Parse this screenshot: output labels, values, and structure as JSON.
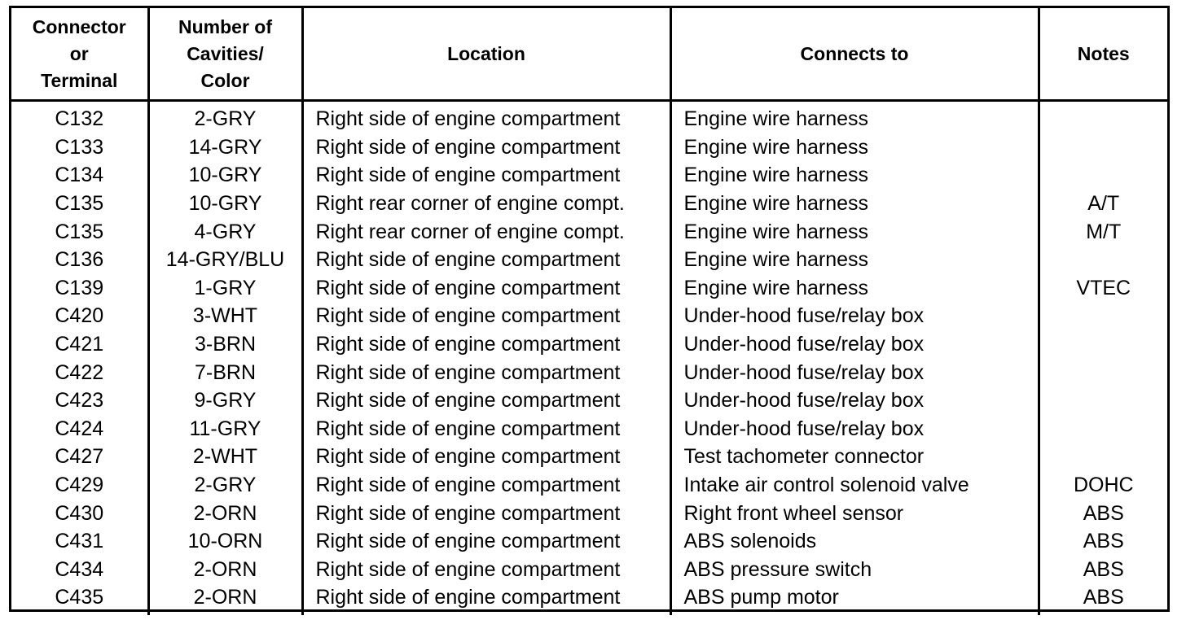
{
  "table": {
    "headers": [
      "Connector\nor\nTerminal",
      "Number of\nCavities/\nColor",
      "Location",
      "Connects to",
      "Notes"
    ],
    "rows": [
      [
        "C132",
        "2-GRY",
        "Right side of engine compartment",
        "Engine wire harness",
        ""
      ],
      [
        "C133",
        "14-GRY",
        "Right side of engine compartment",
        "Engine wire harness",
        ""
      ],
      [
        "C134",
        "10-GRY",
        "Right side of engine compartment",
        "Engine wire harness",
        ""
      ],
      [
        "C135",
        "10-GRY",
        "Right rear corner of engine compt.",
        "Engine wire harness",
        "A/T"
      ],
      [
        "C135",
        "4-GRY",
        "Right rear corner of engine compt.",
        "Engine wire harness",
        "M/T"
      ],
      [
        "C136",
        "14-GRY/BLU",
        "Right side of engine compartment",
        "Engine wire harness",
        ""
      ],
      [
        "C139",
        "1-GRY",
        "Right side of engine compartment",
        "Engine wire harness",
        "VTEC"
      ],
      [
        "C420",
        "3-WHT",
        "Right side of engine compartment",
        "Under-hood fuse/relay box",
        ""
      ],
      [
        "C421",
        "3-BRN",
        "Right side of engine compartment",
        "Under-hood fuse/relay box",
        ""
      ],
      [
        "C422",
        "7-BRN",
        "Right side of engine compartment",
        "Under-hood fuse/relay box",
        ""
      ],
      [
        "C423",
        "9-GRY",
        "Right side of engine compartment",
        "Under-hood fuse/relay box",
        ""
      ],
      [
        "C424",
        "11-GRY",
        "Right side of engine compartment",
        "Under-hood fuse/relay box",
        ""
      ],
      [
        "C427",
        "2-WHT",
        "Right side of engine compartment",
        "Test tachometer connector",
        ""
      ],
      [
        "C429",
        "2-GRY",
        "Right side of engine compartment",
        "Intake air control solenoid valve",
        "DOHC"
      ],
      [
        "C430",
        "2-ORN",
        "Right side of engine compartment",
        "Right front wheel sensor",
        "ABS"
      ],
      [
        "C431",
        "10-ORN",
        "Right side of engine compartment",
        "ABS solenoids",
        "ABS"
      ],
      [
        "C434",
        "2-ORN",
        "Right side of engine compartment",
        "ABS pressure switch",
        "ABS"
      ],
      [
        "C435",
        "2-ORN",
        "Right side of engine compartment",
        "ABS pump motor",
        "ABS"
      ]
    ]
  }
}
